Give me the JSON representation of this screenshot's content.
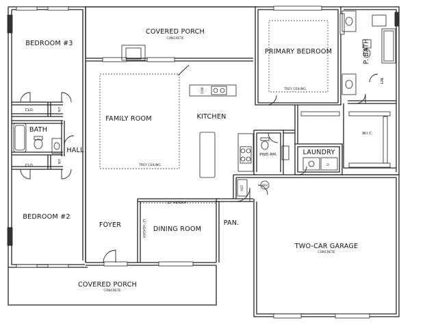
{
  "rooms": {
    "bedroom3": "BEDROOM #3",
    "bedroom2": "BEDROOM #2",
    "covered_porch_top": "COVERED PORCH",
    "covered_porch_top_note": "CONCRETE",
    "covered_porch_bottom": "COVERED PORCH",
    "covered_porch_bottom_note": "CONCRETE",
    "family_room": "FAMILY ROOM",
    "family_room_note": "TREY CEILING",
    "kitchen": "KITCHEN",
    "primary_bedroom": "PRIMARY BEDROOM",
    "primary_bedroom_note": "TREY CEILING",
    "p_bath": "P. BATH",
    "lin_primary": "LIN.",
    "wic": "W.I.C.",
    "laundry": "LAUNDRY",
    "pwd_rm": "PWD RM.",
    "pan": "PAN.",
    "ref": "REF.",
    "wh": "WH",
    "foyer": "FOYER",
    "dining_room": "DINING ROOM",
    "header_12_h": "12\" HEADER",
    "header_12_v": "12\" HEADER",
    "garage": "TWO-CAR GARAGE",
    "garage_note": "CONCRETE",
    "bath": "BATH",
    "hall": "HALL",
    "clo_upper": "CLO.",
    "clo_lower": "CLO.",
    "lin_upper": "LIN.",
    "lin_lower": "LIN.",
    "dw": "D/W",
    "dryer_d": "D"
  }
}
